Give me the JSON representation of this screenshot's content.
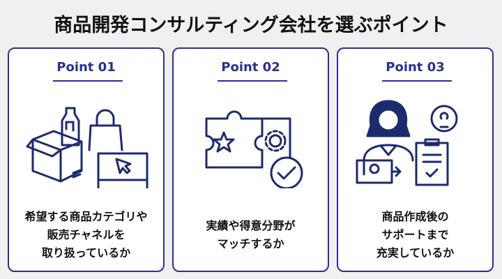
{
  "title": "商品開発コンサルティング会社を選ぶポイント",
  "cards": [
    {
      "label": "Point 01",
      "lines": [
        "希望する商品カテゴリや",
        "販売チャネルを",
        "取り扱っているか"
      ]
    },
    {
      "label": "Point 02",
      "lines": [
        "実績や得意分野が",
        "マッチするか"
      ]
    },
    {
      "label": "Point 03",
      "lines": [
        "商品作成後の",
        "サポートまで",
        "充実しているか"
      ]
    }
  ]
}
